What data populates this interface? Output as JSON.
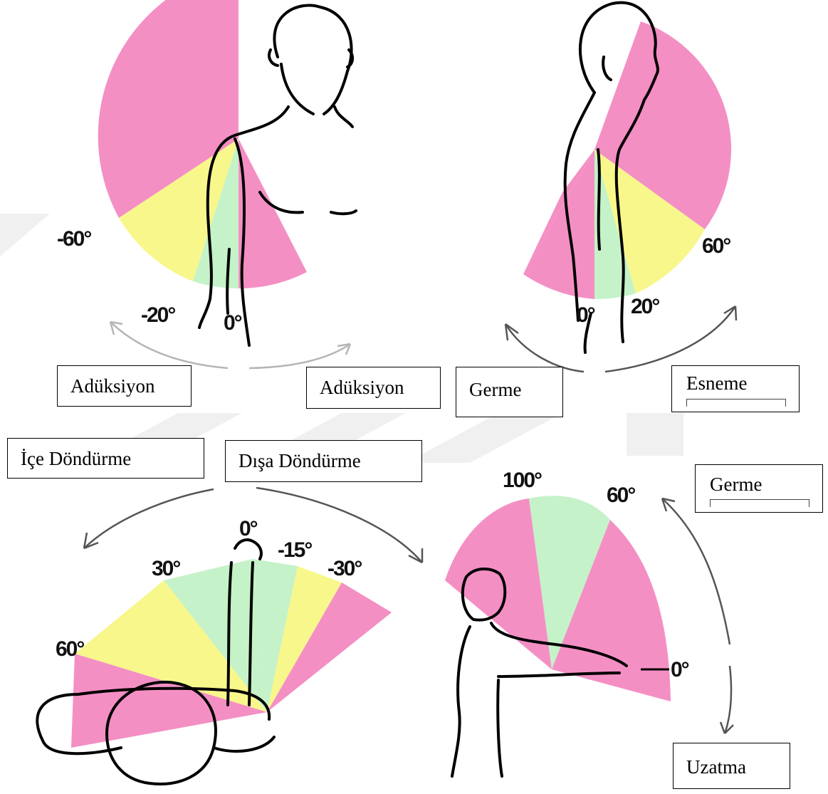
{
  "colors": {
    "pink": "#f48fc4",
    "yellow": "#f8f78c",
    "green": "#c5f2c8"
  },
  "panels": {
    "abduction": {
      "angles": {
        "neg60": "-60°",
        "neg20": "-20°",
        "zero": "0°"
      },
      "labels": {
        "left": "Adüksiyon",
        "right": "Adüksiyon"
      }
    },
    "flexion": {
      "angles": {
        "sixty": "60°",
        "twenty": "20°",
        "zero": "0°"
      },
      "labels": {
        "left": "Germe",
        "right": "Esneme"
      }
    },
    "rotation": {
      "angles": {
        "zero": "0°",
        "neg15": "-15°",
        "neg30": "-30°",
        "thirty": "30°",
        "sixty": "60°"
      },
      "labels": {
        "internal": "İçe Döndürme",
        "external": "Dışa Döndürme"
      }
    },
    "elevation": {
      "angles": {
        "hundred": "100°",
        "sixty": "60°",
        "zero": "0°"
      },
      "labels": {
        "up": "Germe",
        "down": "Uzatma"
      }
    }
  }
}
